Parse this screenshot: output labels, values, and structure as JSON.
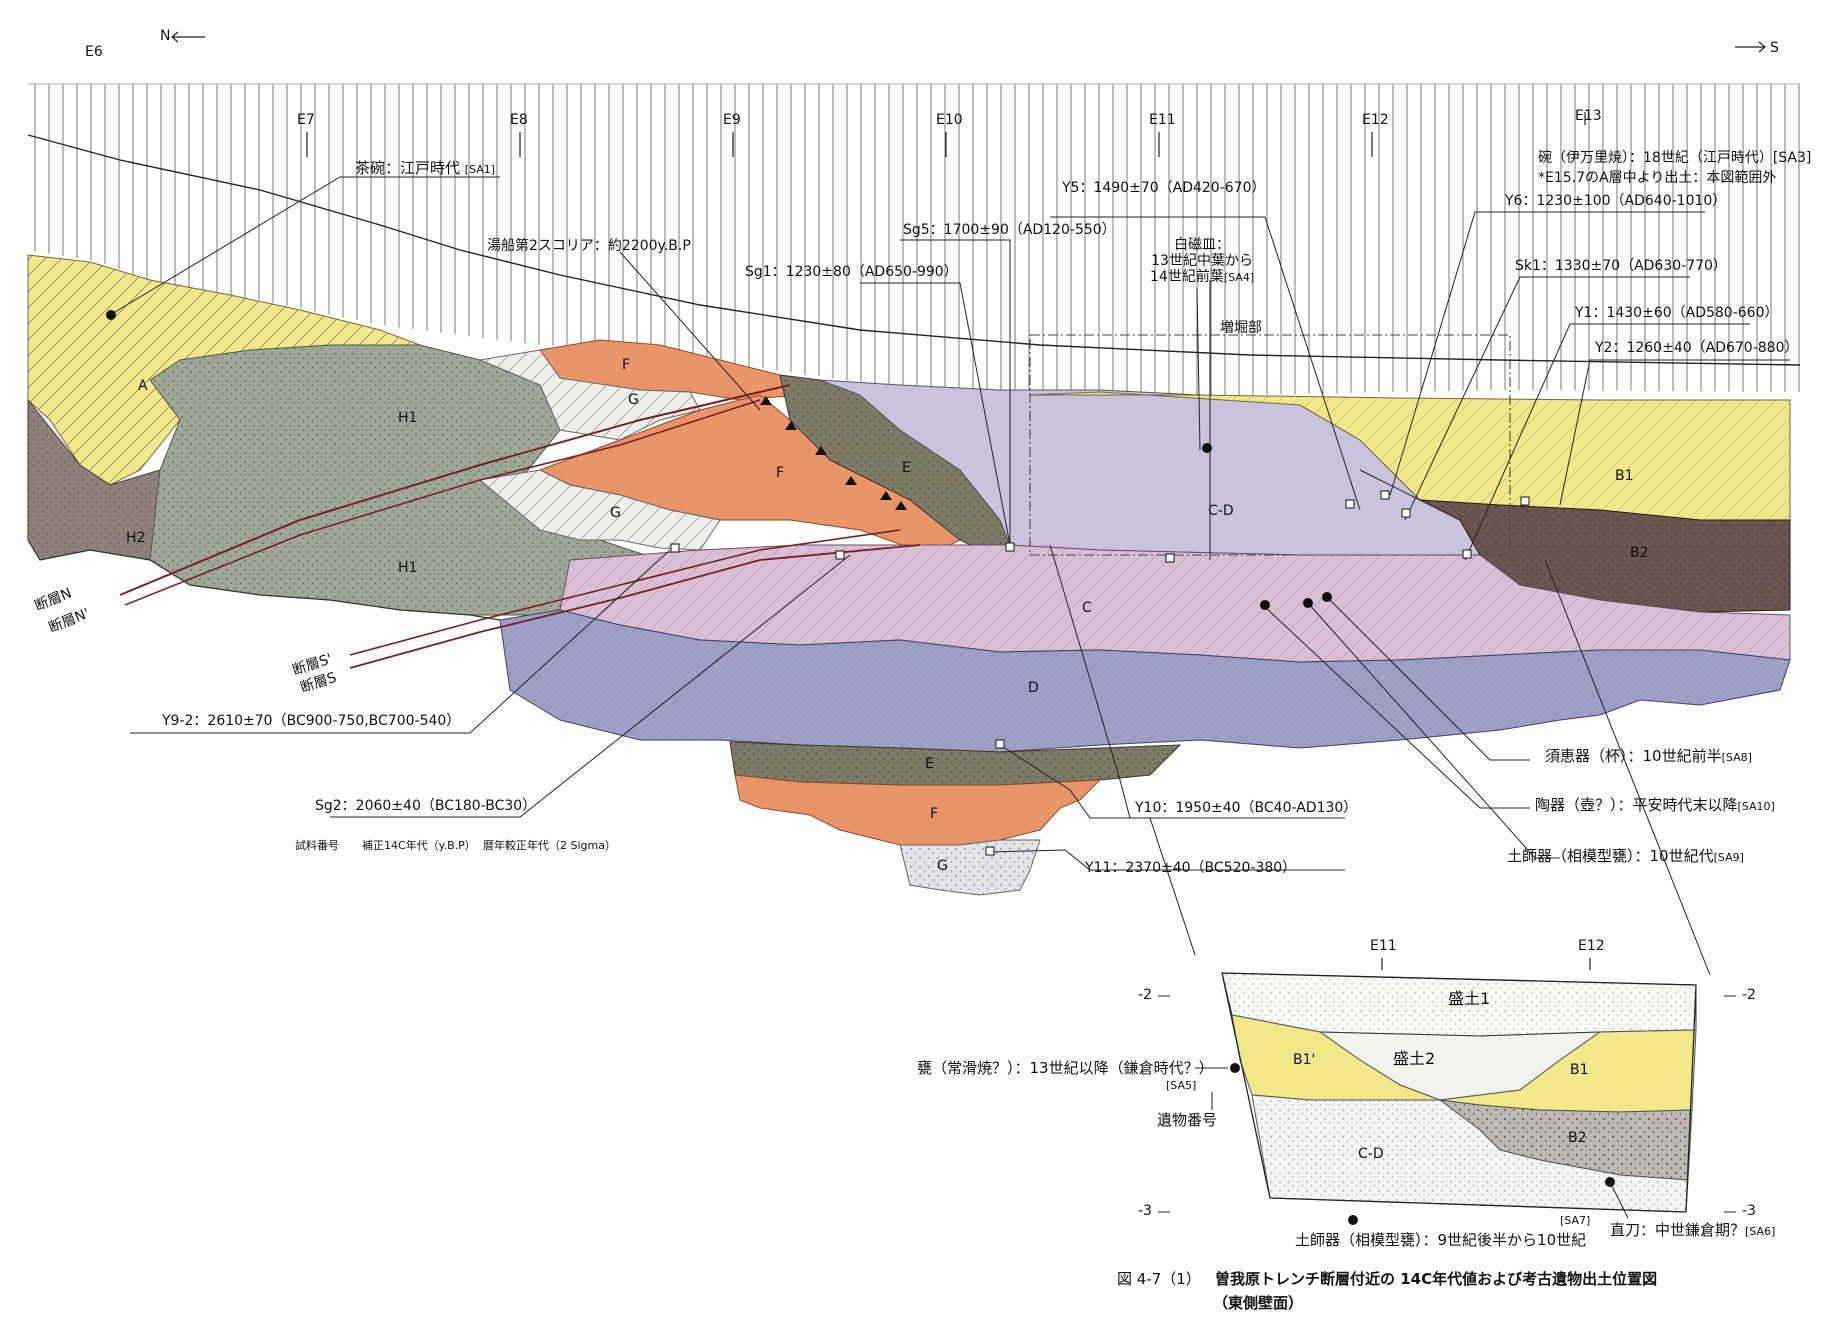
{
  "direction": {
    "north": "N",
    "south": "S"
  },
  "stations": [
    "E6",
    "E7",
    "E8",
    "E9",
    "E10",
    "E11",
    "E12",
    "E13"
  ],
  "layers_main": {
    "A": "A",
    "H1a": "H1",
    "H1b": "H1",
    "H2": "H2",
    "Fa": "F",
    "Fb": "F",
    "Ga": "G",
    "Gb": "G",
    "Ea": "E",
    "CD": "C-D",
    "B1": "B1",
    "B2": "B2",
    "C": "C",
    "D": "D",
    "Eb": "E",
    "Fc": "F",
    "Gc": "G"
  },
  "addition_label": "増堀部",
  "faults": {
    "N": "断層N",
    "N2": "断層N'",
    "S2": "断層S'",
    "S": "断層S"
  },
  "annotations": {
    "chawan": "茶碗：江戸時代",
    "chawan_code": "[SA1]",
    "yugane": "湯船第2スコリア：約2200y.B.P",
    "sg5": "Sg5：1700±90（AD120-550）",
    "sg1": "Sg1：1230±80（AD650-990）",
    "y5": "Y5：1490±70（AD420-670）",
    "hakuji": "白磁皿：\n13世紀中葉から\n14世紀前葉",
    "hakuji_code": "[SA4]",
    "wan": "碗（伊万里焼）：18世紀（江戸時代）[SA3]",
    "wan_note": "*E15.7のA層中より出土：本図範囲外",
    "y6": "Y6：1230±100（AD640-1010）",
    "sk1": "Sk1：1330±70（AD630-770）",
    "y1": "Y1：1430±60（AD580-660）",
    "y2": "Y2：1260±40（AD670-880）",
    "y92": "Y9-2：2610±70（BC900-750,BC700-540）",
    "sg2": "Sg2：2060±40（BC180-BC30）",
    "legend_sample": "試料番号",
    "legend_c14": "補正14C年代（y.B.P）",
    "legend_cal": "暦年較正年代（2 Sigma）",
    "y10": "Y10：1950±40（BC40-AD130）",
    "y11": "Y11：2370±40（BC520-380）",
    "sueki": "須恵器（杯）：10世紀前半",
    "sueki_code": "[SA8]",
    "toki": "陶器（壺？）：平安時代末以降",
    "toki_code": "[SA10]",
    "hajiki": "土師器（相模型甕）：10世紀代",
    "hajiki_code": "[SA9]"
  },
  "inset": {
    "e11": "E11",
    "e12": "E12",
    "depth_m2": "-2",
    "depth_m3": "-3",
    "morido1": "盛土1",
    "morido2": "盛土2",
    "b1p": "B1'",
    "b1": "B1",
    "b2": "B2",
    "cd": "C-D",
    "kame": "甕（常滑焼？）：13世紀以降（鎌倉時代？）",
    "kame_code": "[SA5]",
    "artifact_no": "遺物番号",
    "hajiki2": "土師器（相模型甕）：9世紀後半から10世紀",
    "hajiki2_code": "[SA7]",
    "chokuto": "直刀：中世鎌倉期？",
    "chokuto_code": "[SA6]"
  },
  "caption": {
    "number": "図 4-7（1）",
    "title": "曽我原トレンチ断層付近の 14C年代値および考古遺物出土位置図",
    "subtitle": "（東側壁面）"
  },
  "colors": {
    "yellow": "#f2e88a",
    "gray_green": "#9ea796",
    "brown_gray": "#8f8079",
    "orange": "#e9956a",
    "pale": "#eeeeea",
    "dark_olive": "#7e7a66",
    "lavender": "#cbc3dc",
    "pink": "#d8bfd6",
    "blue_violet": "#9e9fc4",
    "b2_brown": "#6a5650",
    "fault": "#7a2020"
  }
}
